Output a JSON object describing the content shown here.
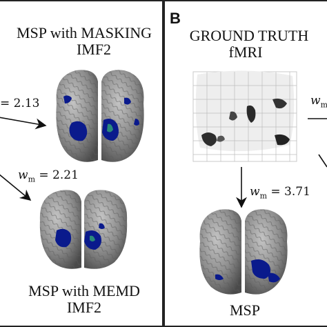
{
  "left_panel": {
    "title_line1": "MSP with MASKING",
    "title_line2": "IMF2",
    "weight_top_value": "= 2.13",
    "weight_bottom_label": "w",
    "weight_bottom_sub": "m",
    "weight_bottom_value": "= 2.21",
    "footer_line1": "MSP with MEMD",
    "footer_line2": "IMF2"
  },
  "right_panel": {
    "letter": "B",
    "title_line1": "GROUND TRUTH",
    "title_line2": "fMRI",
    "weight_label": "w",
    "weight_sub": "m",
    "weight_value": "= 3.71",
    "weight_cut_label": "w",
    "weight_cut_sub": "m",
    "footer": "MSP"
  },
  "colors": {
    "brain": "#8c8c8c",
    "activation": "#0a1a8c",
    "activation_highlight": "#2a8a7a",
    "border": "#222222"
  }
}
